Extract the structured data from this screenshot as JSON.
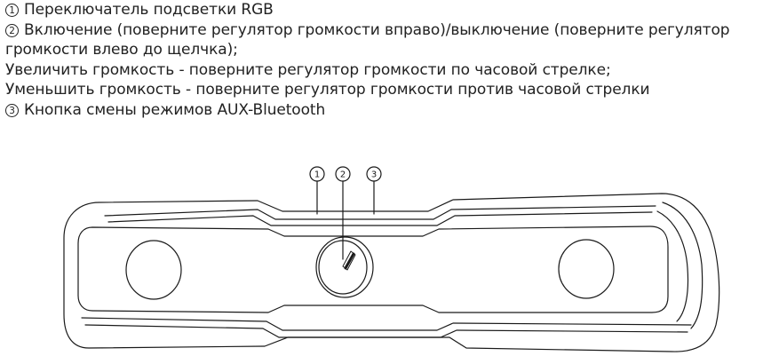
{
  "instructions": {
    "item1_marker": "1",
    "item1_text": "Переключатель подсветки RGB",
    "item2_marker": "2",
    "item2_text": "Включение (поверните регулятор громкости вправо)/выключение (поверните регулятор громкости влево до щелчка);",
    "item2_line2": "Увеличить громкость - поверните регулятор громкости по часовой стрелке;",
    "item2_line3": "Уменьшить громкость - поверните регулятор громкости против часовой стрелки",
    "item3_marker": "3",
    "item3_text": "Кнопка смены режимов AUX-Bluetooth"
  },
  "diagram": {
    "callout1": "1",
    "callout2": "2",
    "callout3": "3"
  }
}
